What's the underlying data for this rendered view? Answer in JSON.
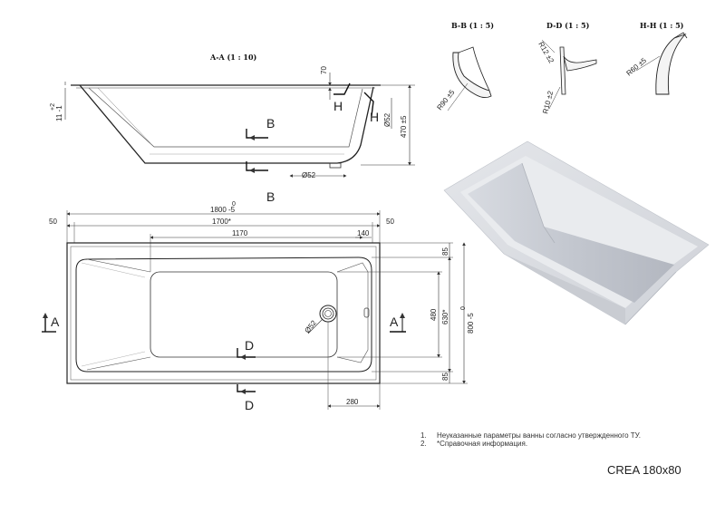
{
  "sections": {
    "aa": "A-A  (1 : 10)",
    "bb": "B-B  (1 : 5)",
    "dd": "D-D  (1 : 5)",
    "hh": "H-H  (1 : 5)"
  },
  "side_view": {
    "dim_70": "70",
    "dim_11": "11 -1",
    "dim_11_tol": "+2",
    "dim_470": "470 ±5",
    "dim_52": "Ø52",
    "dim_52_vertical": "Ø52",
    "label_b": "B",
    "label_b_bottom": "B",
    "label_h_left": "H",
    "label_h_right": "H"
  },
  "top_view": {
    "dim_1800": "1800 -5",
    "dim_1800_tol": "0",
    "dim_1700": "1700*",
    "dim_1170": "1170",
    "dim_140": "140",
    "dim_50_left": "50",
    "dim_50_right": "50",
    "dim_85_top": "85",
    "dim_85_bottom": "85",
    "dim_480": "480",
    "dim_630": "630*",
    "dim_800": "800 -5",
    "dim_800_tol": "0",
    "dim_280": "280",
    "dim_drain": "Ø52",
    "label_a_left": "A",
    "label_a_right": "A",
    "label_d_top": "D",
    "label_d_bottom": "D"
  },
  "details": {
    "bb_radius": "R90 ±5",
    "dd_radius_top": "R12 ±2",
    "dd_radius_bottom": "R10 ±2",
    "hh_radius": "R60 ±5"
  },
  "notes": [
    {
      "num": "1.",
      "text": "Неуказанные параметры ванны согласно утвержденного ТУ."
    },
    {
      "num": "2.",
      "text": "*Справочная информация."
    }
  ],
  "model": "CREA 180x80"
}
